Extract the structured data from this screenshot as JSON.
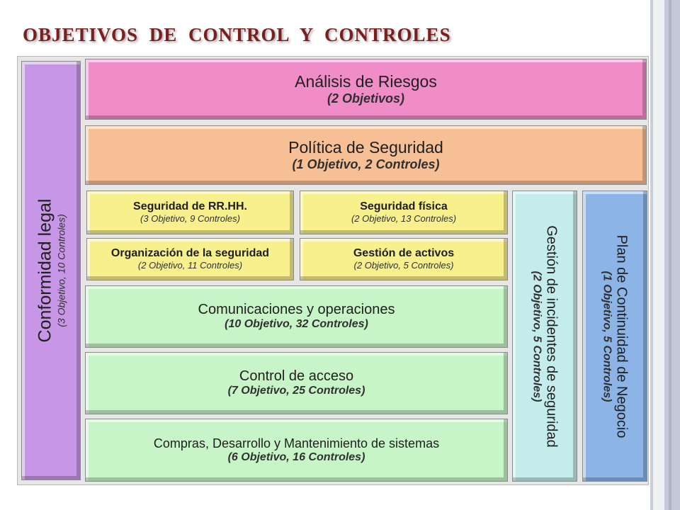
{
  "slide": {
    "title": "OBJETIVOS DE CONTROL Y CONTROLES"
  },
  "diagram": {
    "conformidad": {
      "label": "Conformidad legal",
      "sub": "(3 Objetivo, 10 Controles)",
      "color": "#c896e6"
    },
    "analisis": {
      "label": "Análisis de Riesgos",
      "sub": "(2 Objetivos)",
      "color": "#f08cc8"
    },
    "politica": {
      "label": "Política de Seguridad",
      "sub": "(1 Objetivo, 2 Controles)",
      "color": "#f7bf96"
    },
    "rrhh": {
      "label": "Seguridad de RR.HH.",
      "sub": "(3 Objetivo, 9 Controles)",
      "color": "#f8f08c"
    },
    "fisica": {
      "label": "Seguridad física",
      "sub": "(2 Objetivo, 13 Controles)",
      "color": "#f8f08c"
    },
    "organizacion": {
      "label": "Organización de la seguridad",
      "sub": "(2 Objetivo, 11 Controles)",
      "color": "#f8f08c"
    },
    "activos": {
      "label": "Gestión de activos",
      "sub": "(2 Objetivo, 5 Controles)",
      "color": "#f8f08c"
    },
    "comunicaciones": {
      "label": "Comunicaciones y operaciones",
      "sub": "(10 Objetivo, 32 Controles)",
      "color": "#c8f5c8"
    },
    "acceso": {
      "label": "Control de acceso",
      "sub": "(7 Objetivo, 25 Controles)",
      "color": "#c8f5c8"
    },
    "compras": {
      "label": "Compras, Desarrollo y Mantenimiento de sistemas",
      "sub": "(6 Objetivo, 16 Controles)",
      "color": "#c8f5c8"
    },
    "incidentes": {
      "label": "Gestión de incidentes de seguridad",
      "sub": "(2 Objetivo, 5 Controles)",
      "color": "#c4ecec"
    },
    "continuidad": {
      "label": "Plan de Continuidad de Negocio",
      "sub": "(1 Objetivo, 5 Controles)",
      "color": "#8cb4e6"
    }
  }
}
